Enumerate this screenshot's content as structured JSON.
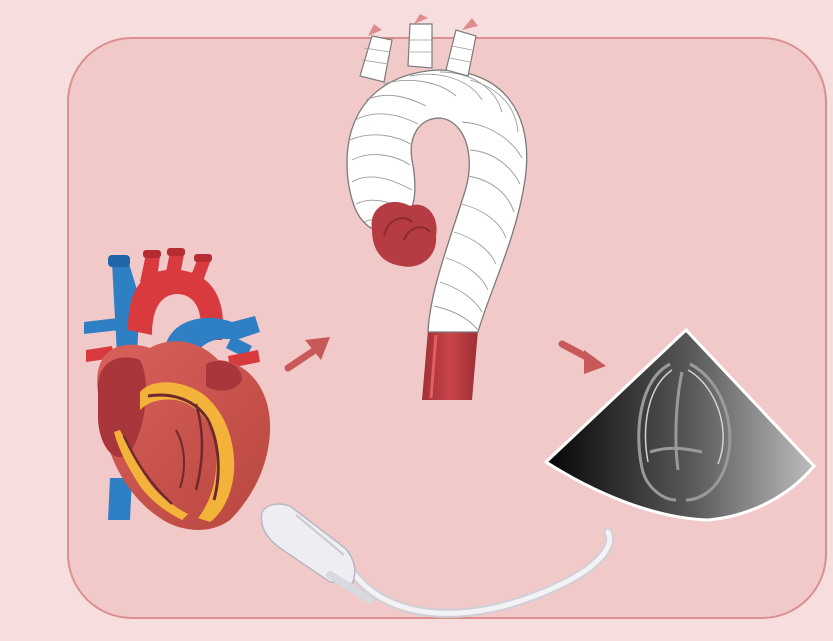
{
  "figure": {
    "panel": {
      "fill": "#f2c9c9",
      "stroke": "#dc8f8f",
      "background": "#f6dede"
    },
    "components": [
      {
        "id": "heart",
        "icon": "anatomical-heart-icon"
      },
      {
        "id": "arrow-to-graft",
        "icon": "arrow-right-icon"
      },
      {
        "id": "aortic-graft",
        "icon": "dacron-aortic-arch-graft-icon"
      },
      {
        "id": "arrow-to-echo",
        "icon": "arrow-down-right-icon"
      },
      {
        "id": "echo-view",
        "icon": "echocardiogram-sector-icon"
      },
      {
        "id": "probe",
        "icon": "ultrasound-probe-icon"
      }
    ],
    "colors": {
      "artery_red": "#d93a3e",
      "dark_red": "#a8363b",
      "vein_blue": "#2f7fc4",
      "heart_muscle": "#cf5a55",
      "fat_yellow": "#f3b33b",
      "graft_white": "#ffffff",
      "arrow": "#c75a58"
    }
  }
}
